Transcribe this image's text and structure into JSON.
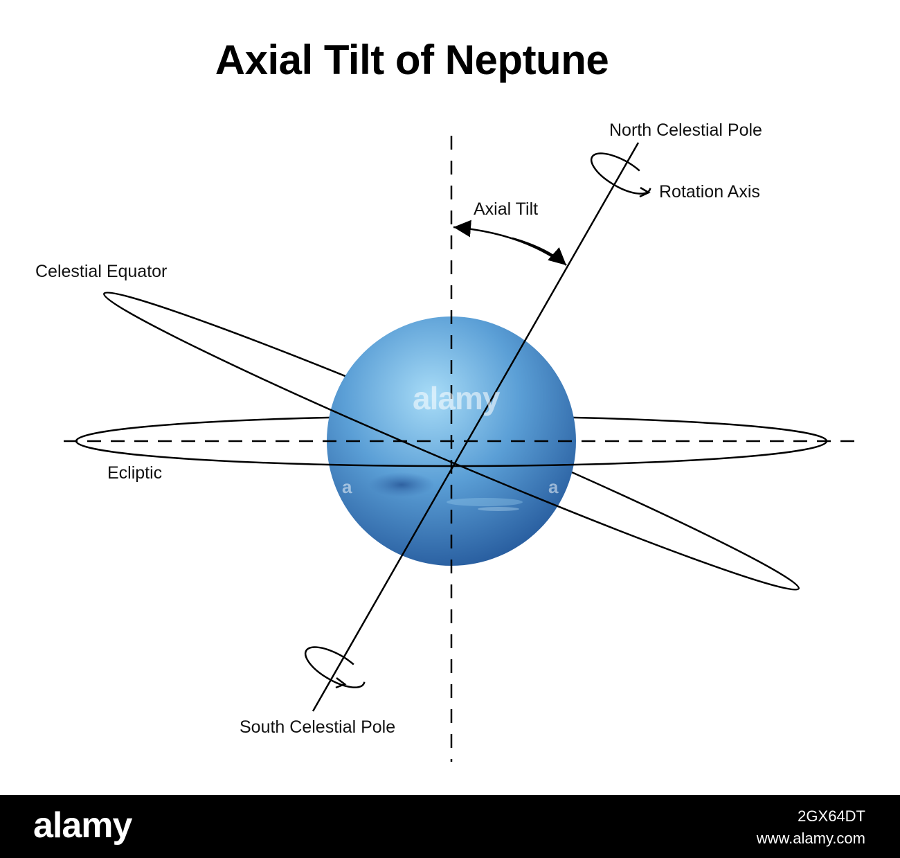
{
  "title": "Axial Tilt of Neptune",
  "labels": {
    "north_celestial_pole": "North Celestial Pole",
    "rotation_axis": "Rotation Axis",
    "axial_tilt": "Axial Tilt",
    "celestial_equator": "Celestial Equator",
    "ecliptic": "Ecliptic",
    "south_celestial_pole": "South Celestial Pole"
  },
  "watermark": {
    "center": "alamy",
    "small": "a"
  },
  "footer": {
    "logo": "alamy",
    "image_id": "2GX64DT",
    "site": "www.alamy.com"
  },
  "colors": {
    "planet_light": "#a8dcf7",
    "planet_mid": "#5b9fd6",
    "planet_dark": "#1d4f93",
    "line": "#000000",
    "footer_bg": "#000000"
  }
}
